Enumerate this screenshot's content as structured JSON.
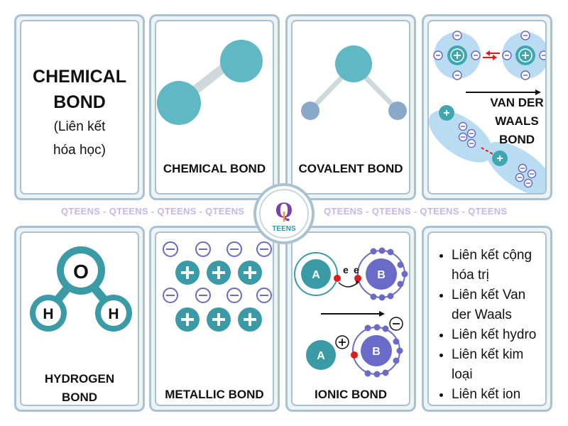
{
  "title": {
    "main": "CHEMICAL BOND",
    "sub": "(Liên kết hóa học)"
  },
  "cards": {
    "chemical": "CHEMICAL BOND",
    "covalent": "COVALENT BOND",
    "vanderwaals": "VAN DER WAALS BOND",
    "hydrogen": "HYDROGEN BOND",
    "metallic": "METALLIC BOND",
    "ionic": "IONIC BOND"
  },
  "hydrogen_atoms": {
    "o": "O",
    "h1": "H",
    "h2": "H"
  },
  "ionic_atoms": {
    "a": "A",
    "b": "B",
    "e1": "e",
    "e2": "e"
  },
  "list": [
    "Liên kết cộng hóa trị",
    "Liên kết Van der Waals",
    "Liên kết hydro",
    "Liên kết kim loại",
    "Liên kết ion"
  ],
  "strip_text": {
    "left": "QTEENS - QTEENS - QTEENS - QTEENS",
    "right": "QTEENS - QTEENS - QTEENS - QTEENS"
  },
  "logo": {
    "letter": "Q",
    "word": "TEENS"
  },
  "colors": {
    "teal": "#5fb8c4",
    "dark_teal": "#3a9aa6",
    "blue_gray": "#89a9c9",
    "purple": "#6a6ac8",
    "light_blue": "#b9dcf3",
    "red": "#e31818",
    "border": "#a9c2d2"
  }
}
